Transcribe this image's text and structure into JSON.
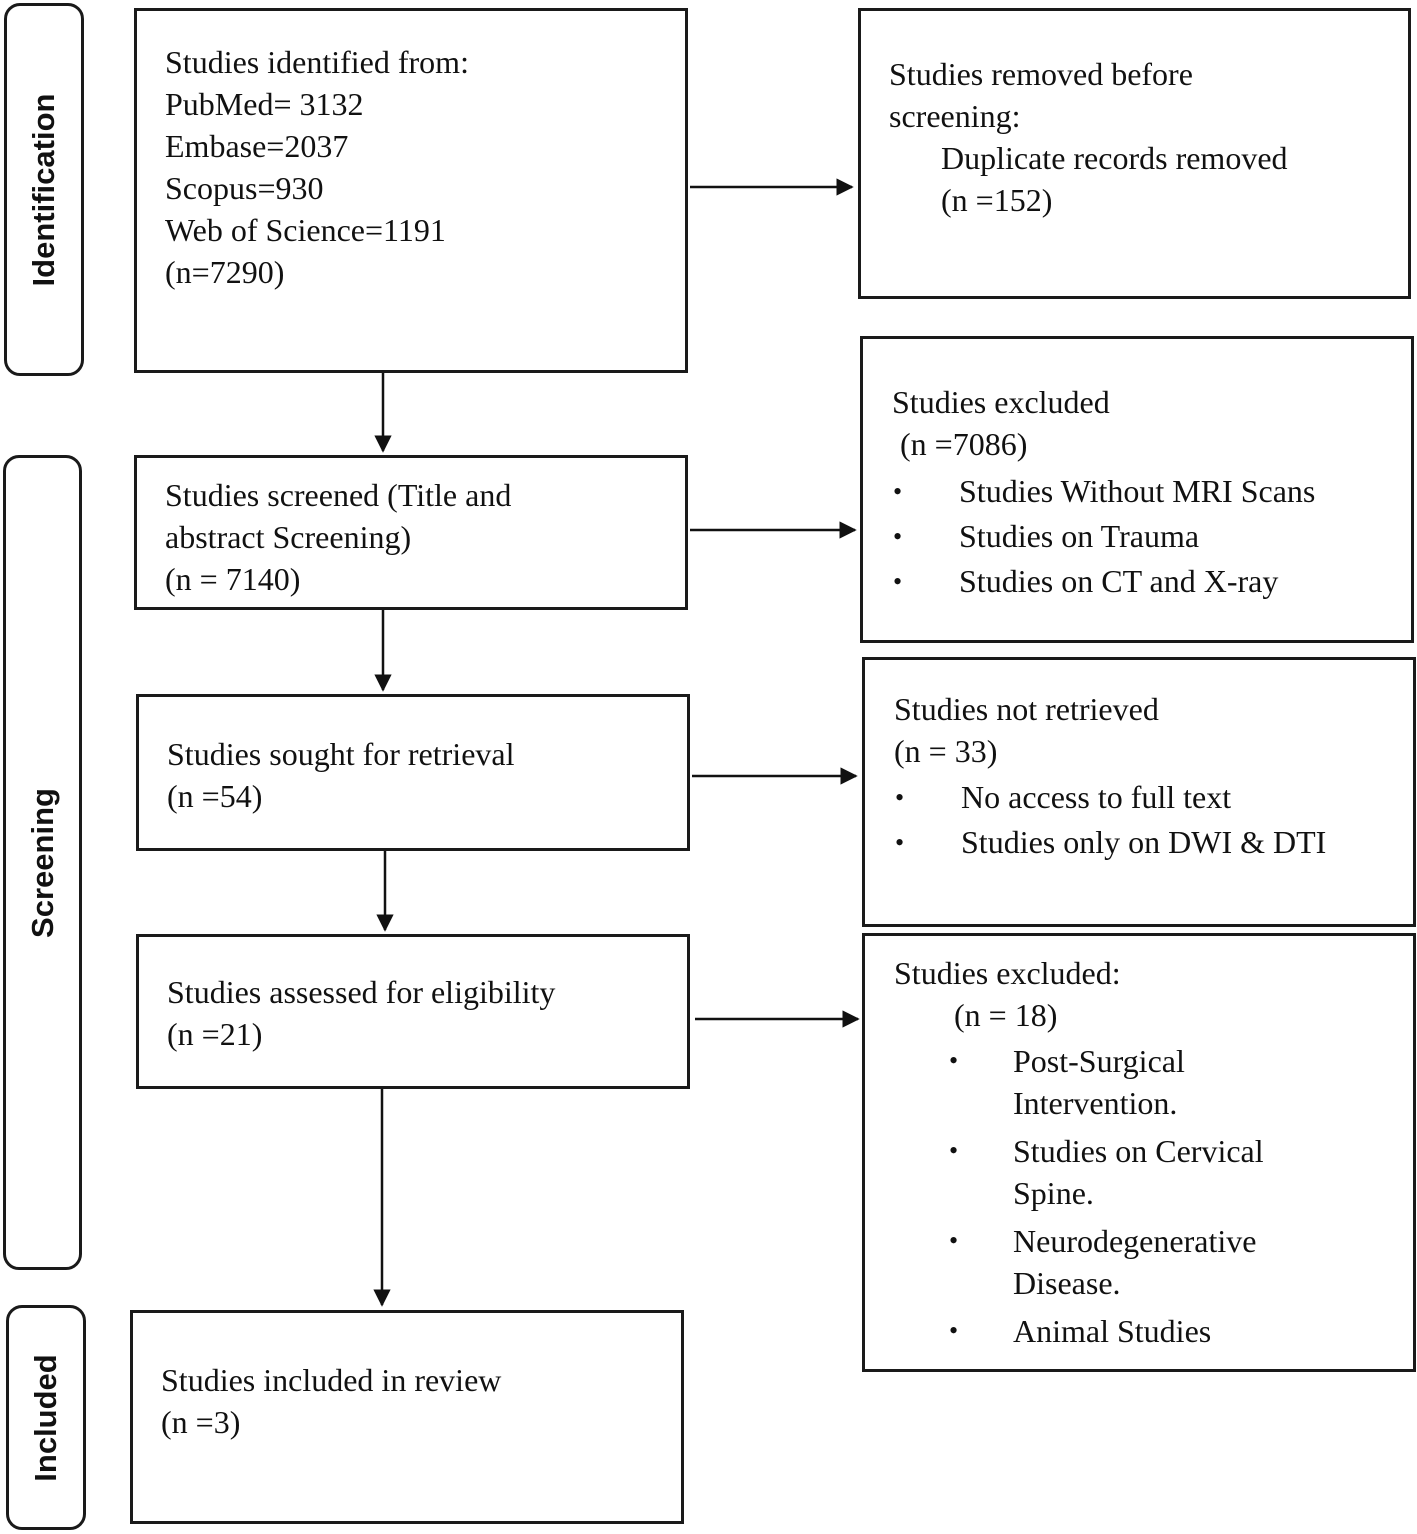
{
  "stages": {
    "identification": "Identification",
    "screening": "Screening",
    "included": "Included"
  },
  "identified": {
    "heading": "Studies identified from:",
    "sources": [
      "PubMed= 3132",
      "Embase=2037",
      "Scopus=930",
      "Web of Science=1191"
    ],
    "n": "(n=7290)"
  },
  "removed": {
    "heading_line1": "Studies removed before",
    "heading_line2": "screening:",
    "detail": "Duplicate records removed",
    "n": "(n =152)"
  },
  "screened": {
    "line1": "Studies screened (Title and",
    "line2": "abstract Screening)",
    "n": "(n = 7140)"
  },
  "excluded_screening": {
    "heading": "Studies excluded",
    "n": "(n =7086)",
    "reasons": [
      "Studies Without MRI Scans",
      "Studies on Trauma",
      "Studies on CT and X-ray"
    ]
  },
  "sought": {
    "heading": "Studies sought for retrieval",
    "n": "(n =54)"
  },
  "not_retrieved": {
    "heading": "Studies not retrieved",
    "n": "(n = 33)",
    "reasons": [
      "No access to full text",
      "Studies only on DWI & DTI"
    ]
  },
  "assessed": {
    "heading": "Studies assessed for eligibility",
    "n": "(n =21)"
  },
  "excluded_eligibility": {
    "heading": "Studies excluded:",
    "n": "(n = 18)",
    "reasons": [
      {
        "line1": "Post-Surgical",
        "line2": "Intervention."
      },
      {
        "line1": "Studies on Cervical",
        "line2": "Spine."
      },
      {
        "line1": "Neurodegenerative",
        "line2": "Disease."
      },
      {
        "line1": "Animal Studies",
        "line2": ""
      }
    ]
  },
  "included": {
    "heading": "Studies included in review",
    "n": "(n =3)"
  },
  "bullet_glyph": "•"
}
